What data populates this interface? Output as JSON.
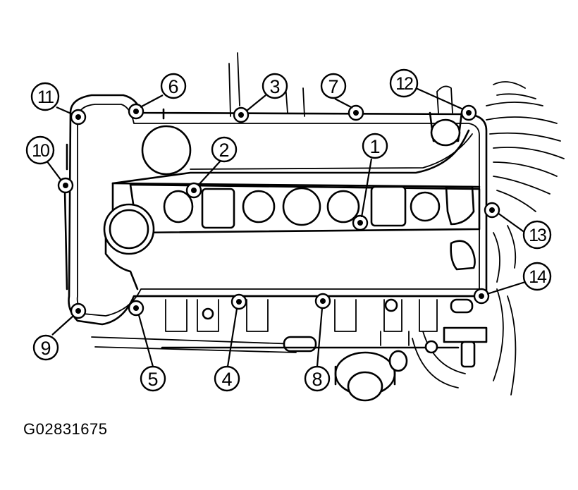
{
  "figure_code": "G02831675",
  "callouts": [
    "1",
    "2",
    "3",
    "4",
    "5",
    "6",
    "7",
    "8",
    "9",
    "10",
    "11",
    "12",
    "13",
    "14"
  ]
}
